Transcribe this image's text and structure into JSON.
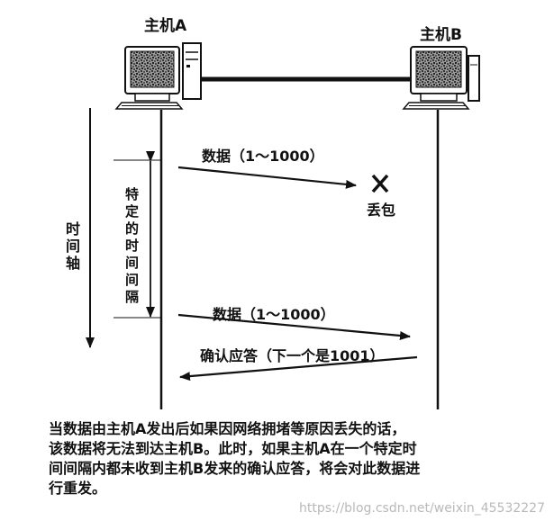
{
  "host_a": {
    "label": "主机A"
  },
  "host_b": {
    "label": "主机B"
  },
  "time_axis": {
    "label_chars": [
      "时",
      "间",
      "轴"
    ]
  },
  "interval": {
    "label_chars": [
      "特",
      "定",
      "的",
      "时",
      "间",
      "间",
      "隔"
    ]
  },
  "messages": {
    "first_send": "数据（1～1000）",
    "retransmit": "数据（1～1000）",
    "ack": "确认应答（下一个是1001）"
  },
  "loss": {
    "label": "丢包"
  },
  "caption": {
    "lines": [
      "当数据由主机A发出后如果因网络拥堵等原因丢失的话，",
      "该数据将无法到达主机B。此时，如果主机A在一个特定时",
      "间间隔内都未收到主机B发来的确认应答，将会对此数据进",
      "行重发。"
    ]
  },
  "watermark": "https://blog.csdn.net/weixin_45532227"
}
